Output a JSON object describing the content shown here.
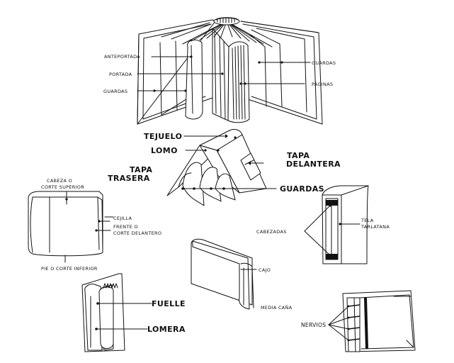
{
  "labels": {
    "anteportada": "ANTEPORTADA",
    "portada": "PORTADA",
    "guardas_left": "GUARDAS",
    "guardas_right": "GUARDAS",
    "paginas": "PÁGINAS",
    "tejuelo": "TEJUELO",
    "lomo": "LOMO",
    "tapa_delantera": [
      "TAPA",
      "DELANTERA"
    ],
    "tapa_trasera": [
      "TAPA",
      "TRASERA"
    ],
    "guardas_big": "GUARDAS",
    "cabeza": [
      "CABEZA O",
      "CORTE SUPERIOR"
    ],
    "cejilla": "CEJILLA",
    "frente": [
      "FRENTE O",
      "CORTE DELANTERO"
    ],
    "pie": "PIE O CORTE INFERIOR",
    "cabezadas": "CABEZADAS",
    "tela": [
      "TELA",
      "TARLATANA"
    ],
    "cajo": "CAJO",
    "media_cana": "MEDIA CAÑA",
    "fuelle": "FUELLE",
    "lomera": "LOMERA",
    "nervios": "NERVIOS"
  }
}
